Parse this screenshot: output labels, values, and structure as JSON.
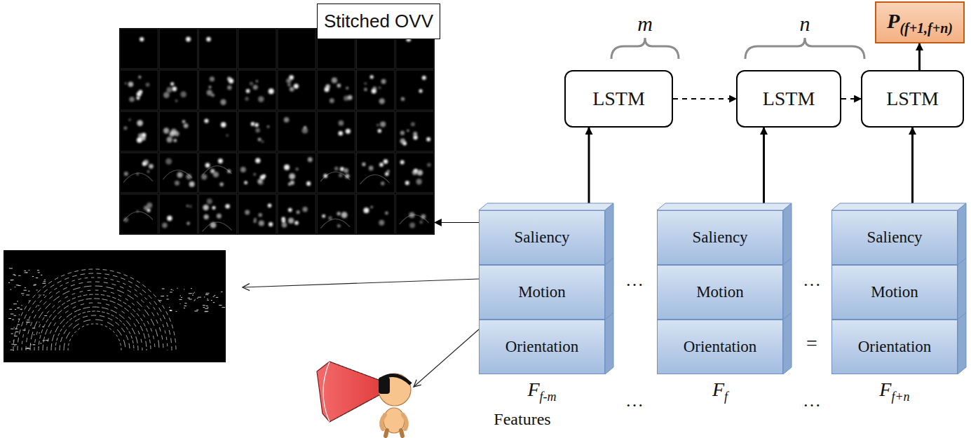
{
  "diagram": {
    "nodes": [
      {
        "text": [
          "Stitched OVV"
        ]
      },
      {
        "text": [
          "P(f+1,f+n)"
        ]
      },
      {
        "text": [
          "LSTM"
        ]
      },
      {
        "text": [
          "LSTM"
        ]
      },
      {
        "text": [
          "LSTM"
        ]
      },
      {
        "text": [
          "Ff-m"
        ]
      },
      {
        "text": [
          "Saliency"
        ],
        "in": 5
      },
      {
        "text": [
          "Motion"
        ],
        "in": 5
      },
      {
        "text": [
          "Orientation"
        ],
        "in": 5
      },
      {
        "text": [
          "Ff"
        ]
      },
      {
        "text": [
          "Saliency"
        ],
        "in": 9
      },
      {
        "text": [
          "Motion"
        ],
        "in": 9
      },
      {
        "text": [
          "Orientation"
        ],
        "in": 9
      },
      {
        "text": [
          "Ff+n"
        ]
      },
      {
        "text": [
          "Saliency"
        ],
        "in": 13
      },
      {
        "text": [
          "Motion"
        ],
        "in": 13
      },
      {
        "text": [
          "Orientation"
        ],
        "in": 13
      }
    ],
    "edges": [
      {
        "from": 5,
        "to": 2,
        "arrow": "to"
      },
      {
        "from": 9,
        "to": 3,
        "arrow": "to"
      },
      {
        "from": 13,
        "to": 4,
        "arrow": "to"
      },
      {
        "from": 2,
        "to": 3,
        "arrow": "to"
      },
      {
        "from": 3,
        "to": 4,
        "arrow": "to"
      },
      {
        "from": 4,
        "to": 1,
        "arrow": "to"
      },
      {
        "from": 6,
        "to": 0,
        "arrow": "to"
      }
    ],
    "labels": [
      "m",
      "n",
      "…",
      "…",
      "…",
      "…",
      "=",
      "Features"
    ]
  }
}
